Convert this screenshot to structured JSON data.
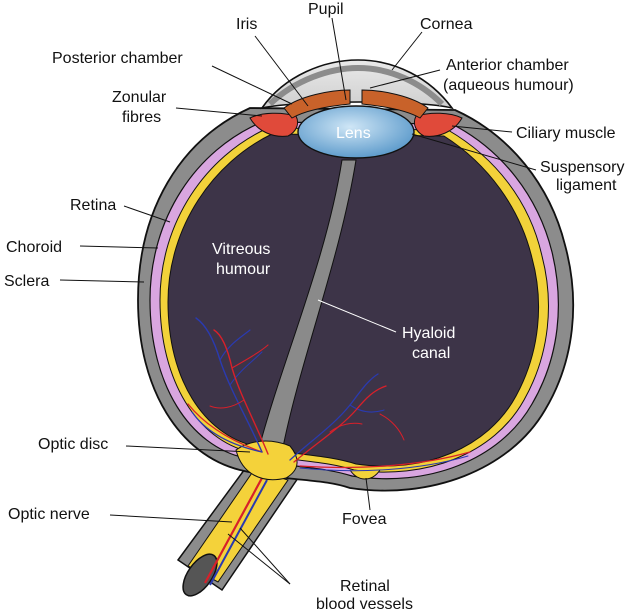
{
  "labels": {
    "iris": "Iris",
    "pupil": "Pupil",
    "cornea": "Cornea",
    "posterior_chamber": "Posterior chamber",
    "anterior_chamber_1": "Anterior chamber",
    "anterior_chamber_2": "(aqueous humour)",
    "zonular_1": "Zonular",
    "zonular_2": "fibres",
    "lens": "Lens",
    "ciliary_muscle": "Ciliary muscle",
    "suspensory_1": "Suspensory",
    "suspensory_2": "ligament",
    "retina": "Retina",
    "choroid": "Choroid",
    "sclera": "Sclera",
    "vitreous_1": "Vitreous",
    "vitreous_2": "humour",
    "hyaloid_1": "Hyaloid",
    "hyaloid_2": "canal",
    "optic_disc": "Optic disc",
    "optic_nerve": "Optic nerve",
    "fovea": "Fovea",
    "retinal_vessels_1": "Retinal",
    "retinal_vessels_2": "blood vessels"
  },
  "colors": {
    "sclera": "#8c8c8c",
    "choroid": "#d9a6e0",
    "retina": "#f2d23a",
    "vitreous": "#3d3448",
    "lens": "#7fb4dc",
    "iris": "#c8622a",
    "ciliary": "#e04a3a",
    "nerve": "#f4d23a",
    "artery": "#d8202a",
    "vein": "#2a3ab0"
  }
}
